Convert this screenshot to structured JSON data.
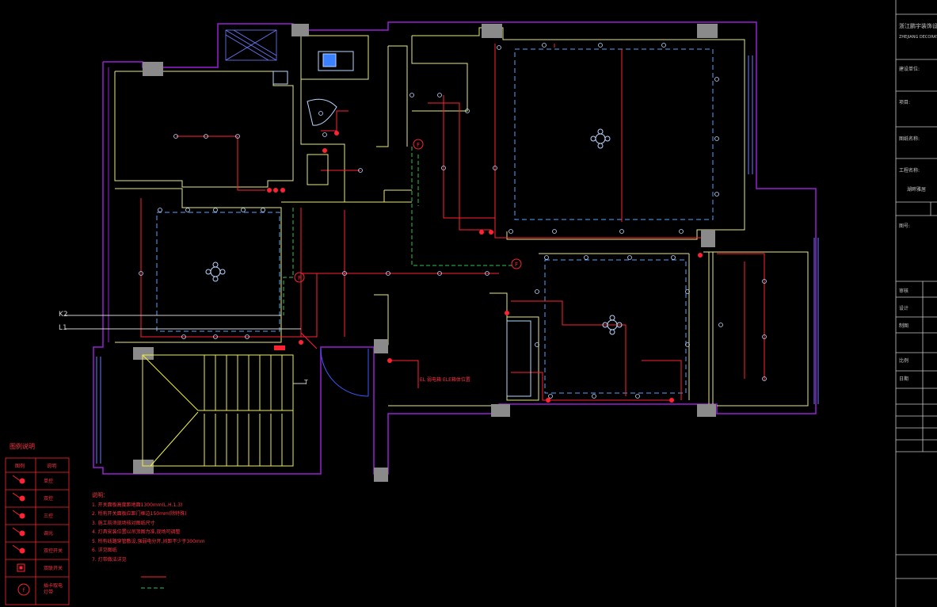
{
  "labels": {
    "k2": "K2",
    "l1": "L1",
    "t": "T",
    "wall_box": "EL 弱电箱 ELE箱体位置",
    "notes_title": "说明："
  },
  "legend": {
    "title": "图例说明",
    "header_icon": "图例",
    "header_name": "说明",
    "items": [
      {
        "icon": "single-switch-icon",
        "name": "单控"
      },
      {
        "icon": "double-switch-icon",
        "name": "双控"
      },
      {
        "icon": "triple-switch-icon",
        "name": "三控"
      },
      {
        "icon": "dimmer-switch-icon",
        "name": "调光"
      },
      {
        "icon": "two-way-switch-icon",
        "name": "双控开关"
      },
      {
        "icon": "dual-switch-icon",
        "name": "双联开关"
      },
      {
        "icon": "card-switch-icon",
        "name": "插卡取电"
      },
      {
        "icon": "f-marker-icon",
        "name": "灯带"
      }
    ]
  },
  "notes": [
    "1. 开关面板高度距地面1300mm(L.H.1.3)",
    "2. 所有开关面板应距门框边150mm(除特殊)",
    "3. 施工前须现场核对图纸尺寸",
    "4. 灯具安装位置以吊顶图为准,现场可调整",
    "5. 所有线路穿管敷设,强弱电分开,间距不少于300mm",
    "6. 详见图纸",
    "7. 灯带做法详见"
  ],
  "title_block": {
    "company": "浙江鹏宇装饰设计有限公司",
    "company_sub": "ZHEJIANG DECORATION DESIGN CO.,LTD",
    "fields": [
      {
        "label": "建设单位:",
        "value": ""
      },
      {
        "label": "项目:",
        "value": ""
      },
      {
        "label": "图纸名称:",
        "value": ""
      },
      {
        "label": "工程名称:",
        "value": "湖畔雅居"
      },
      {
        "label": "图号:",
        "value": ""
      },
      {
        "label": "审核",
        "value": ""
      },
      {
        "label": "设计",
        "value": ""
      },
      {
        "label": "制图",
        "value": ""
      },
      {
        "label": "比例",
        "value": ""
      },
      {
        "label": "日期",
        "value": ""
      }
    ]
  },
  "colors": {
    "wall_outer": "#9b1fd6",
    "wall_inner": "#e8e880",
    "circuit": "#ff2233",
    "ceiling_dash": "#4fa3ff",
    "green_dash": "#2ec44a",
    "column": "#8a8a8a",
    "stair": "#f0f040",
    "fixture": "#b8d8ff"
  }
}
